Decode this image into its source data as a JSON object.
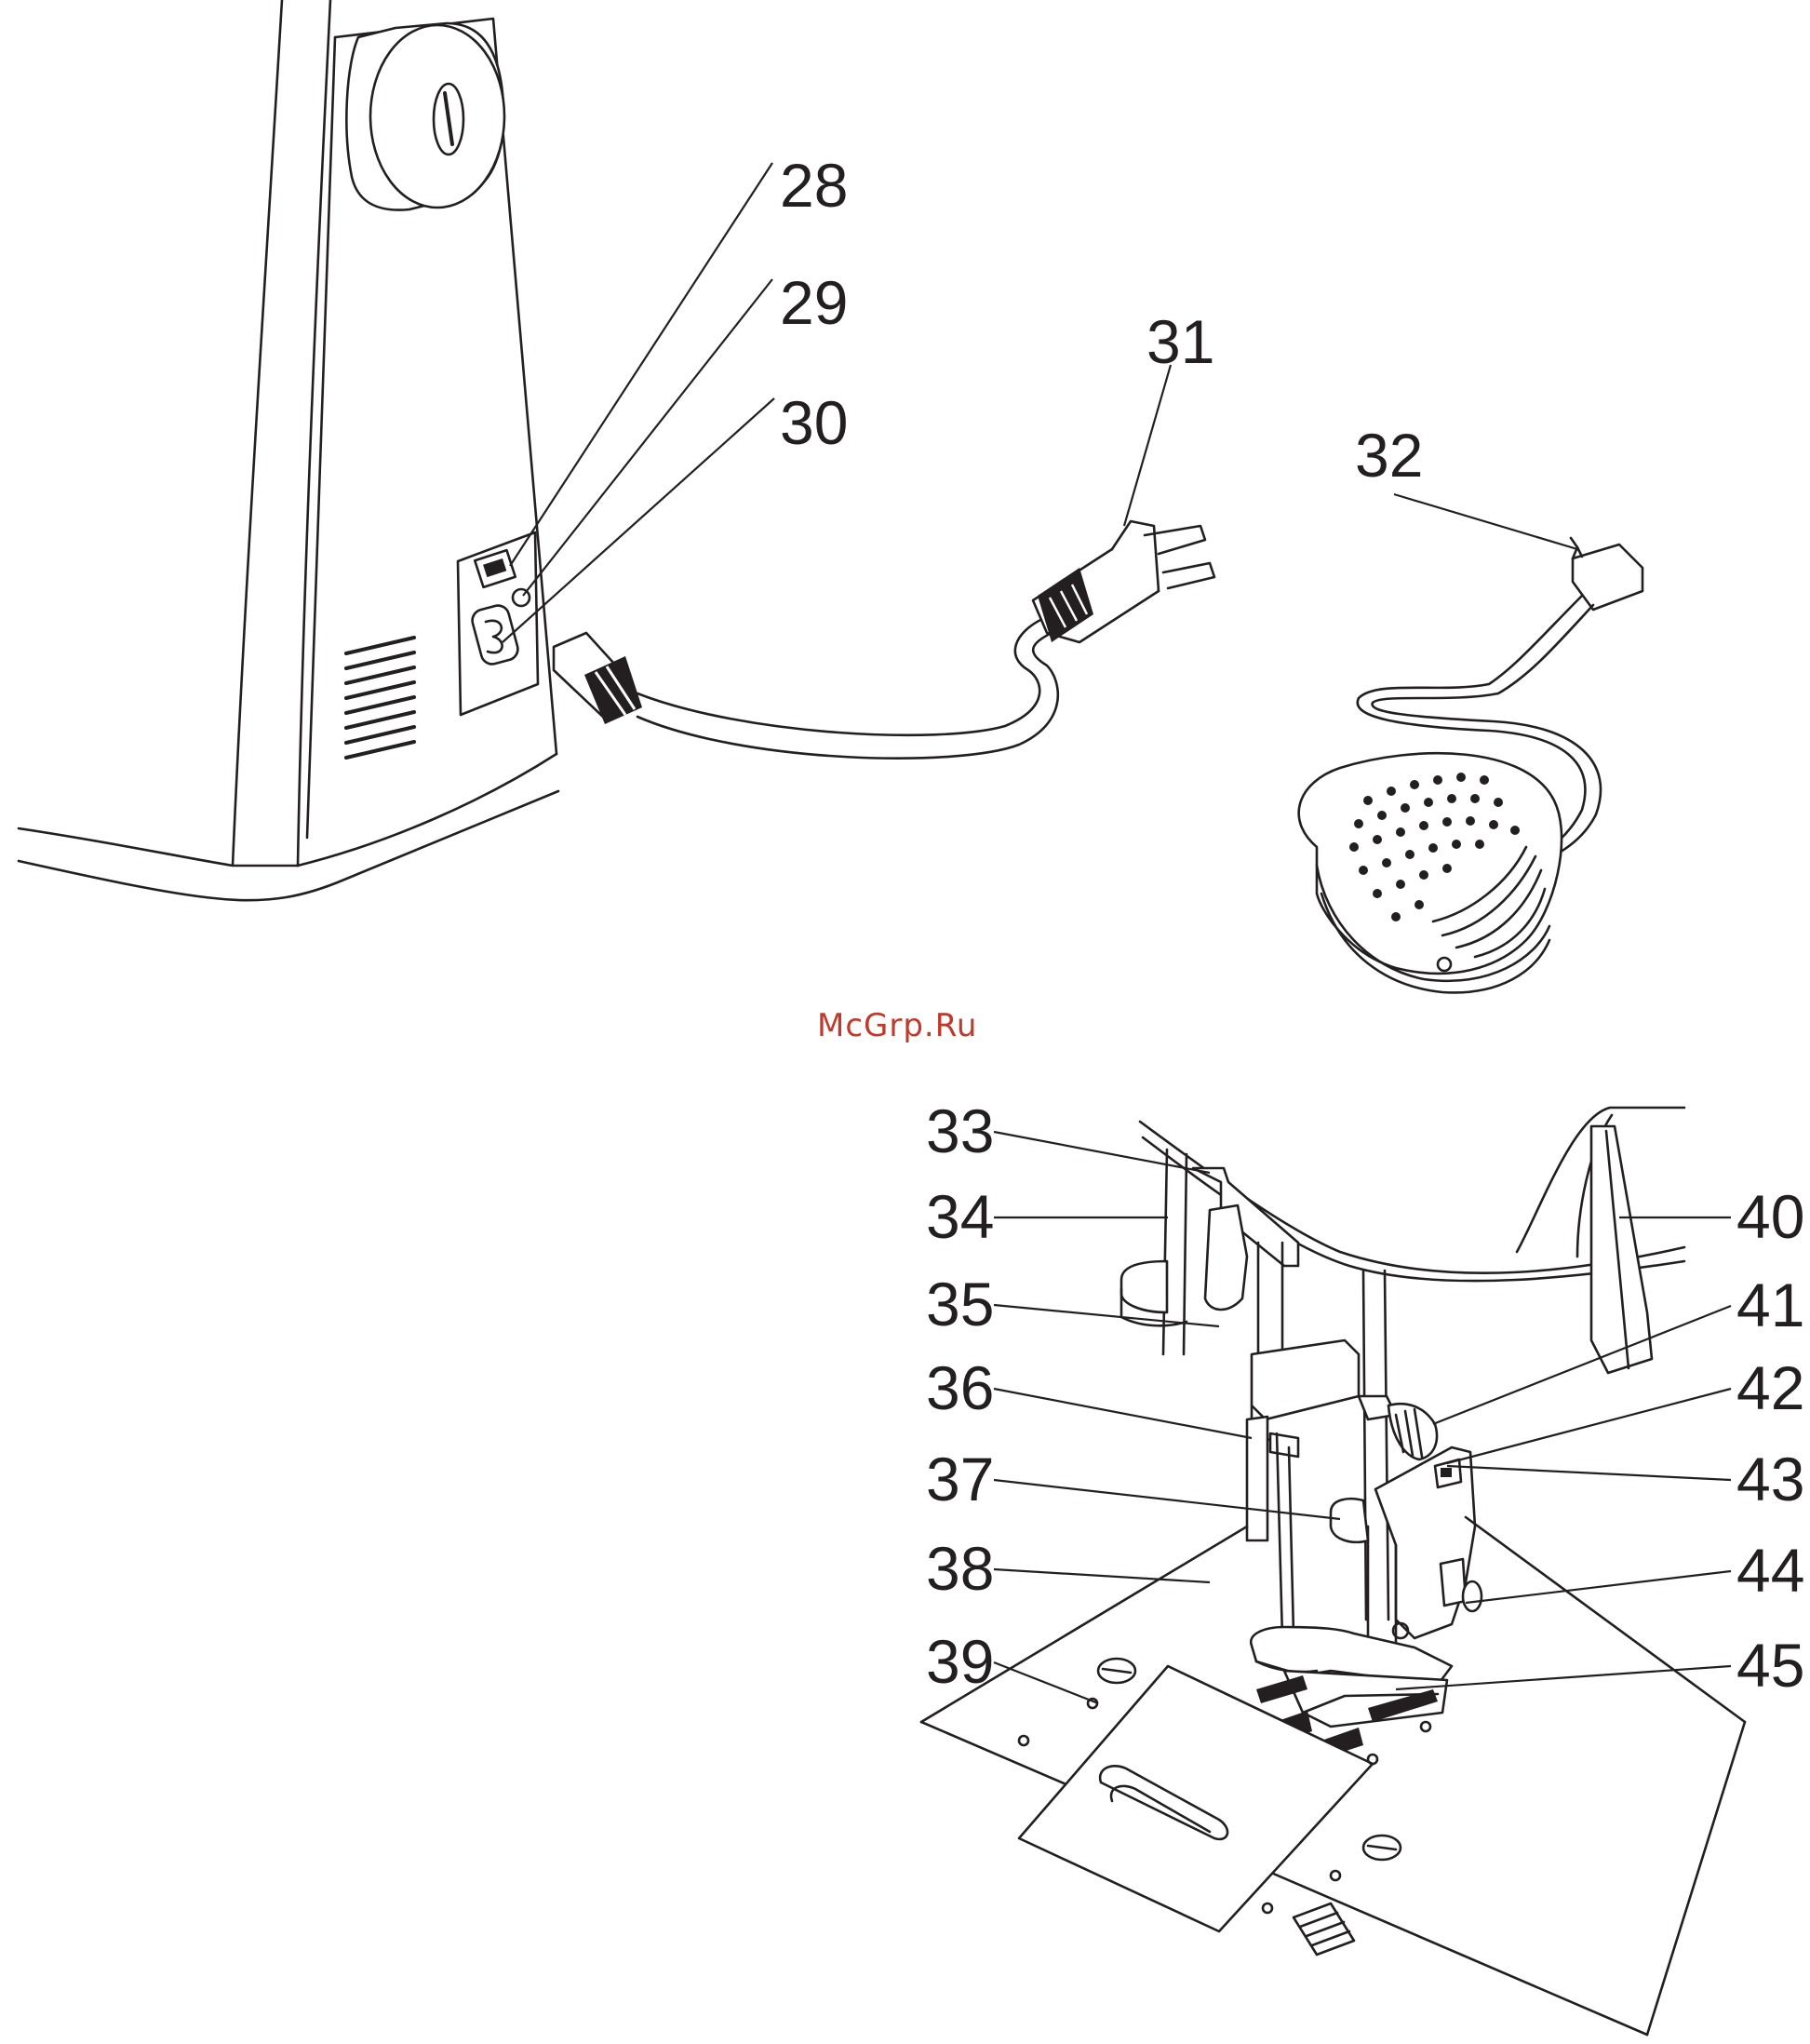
{
  "callouts": [
    {
      "id": "28",
      "text": "28"
    },
    {
      "id": "29",
      "text": "29"
    },
    {
      "id": "30",
      "text": "30"
    },
    {
      "id": "31",
      "text": "31"
    },
    {
      "id": "32",
      "text": "32"
    },
    {
      "id": "33",
      "text": "33"
    },
    {
      "id": "34",
      "text": "34"
    },
    {
      "id": "35",
      "text": "35"
    },
    {
      "id": "36",
      "text": "36"
    },
    {
      "id": "37",
      "text": "37"
    },
    {
      "id": "38",
      "text": "38"
    },
    {
      "id": "39",
      "text": "39"
    },
    {
      "id": "40",
      "text": "40"
    },
    {
      "id": "41",
      "text": "41"
    },
    {
      "id": "42",
      "text": "42"
    },
    {
      "id": "43",
      "text": "43"
    },
    {
      "id": "44",
      "text": "44"
    },
    {
      "id": "45",
      "text": "45"
    }
  ],
  "watermark": "McGrp.Ru",
  "colors": {
    "line": "#231f20",
    "watermark": "#c0392b",
    "background": "#ffffff"
  }
}
